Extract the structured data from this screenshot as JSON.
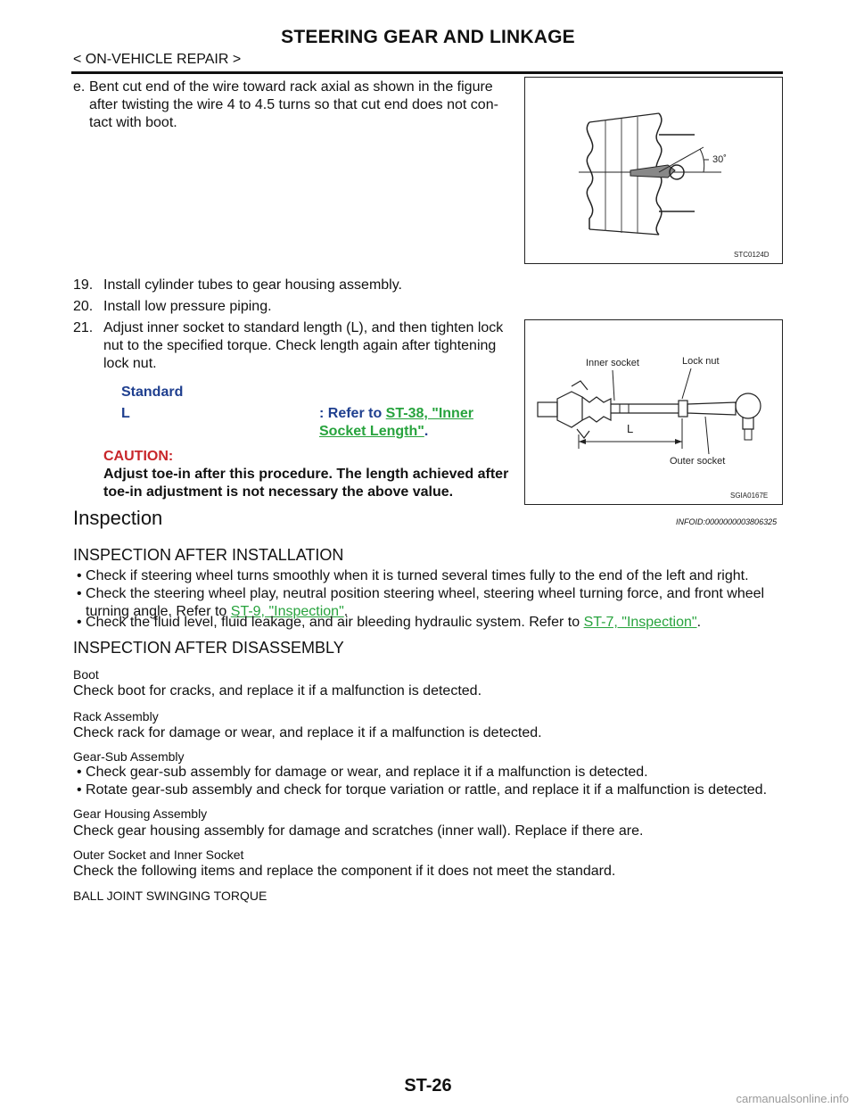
{
  "header": {
    "title": "STEERING GEAR AND LINKAGE",
    "section": "< ON-VEHICLE REPAIR >"
  },
  "steps": {
    "e": {
      "label": "e.",
      "text_l1": "Bent cut end of the wire toward rack axial as shown in the figure",
      "text_l2": "after twisting the wire 4 to 4.5 turns so that cut end does not con-",
      "text_l3": "tact with boot."
    },
    "s19": {
      "label": "19.",
      "text": "Install cylinder tubes to gear housing assembly."
    },
    "s20": {
      "label": "20.",
      "text": "Install low pressure piping."
    },
    "s21": {
      "label": "21.",
      "text_l1": "Adjust inner socket to standard length (L), and then tighten lock",
      "text_l2": "nut to the specified torque. Check length again after tightening",
      "text_l3": "lock nut."
    }
  },
  "standard": {
    "heading": "Standard",
    "key": "L",
    "refer": ": Refer to ",
    "link_l1": "ST-38, \"Inner ",
    "link_l2": "Socket Length\"",
    "period": "."
  },
  "caution": {
    "label": "CAUTION:",
    "l1": "Adjust toe-in after this procedure. The length achieved after",
    "l2": "toe-in adjustment is not necessary the above value."
  },
  "figure1": {
    "angle_label": "30˚",
    "code": "STC0124D"
  },
  "figure2": {
    "inner_socket": "Inner socket",
    "lock_nut": "Lock nut",
    "length_label": "L",
    "outer_socket": "Outer socket",
    "code": "SGIA0167E"
  },
  "inspection": {
    "title": "Inspection",
    "infoid": "INFOID:0000000003806325",
    "after_installation": {
      "title": "INSPECTION AFTER INSTALLATION",
      "b1": "Check if steering wheel turns smoothly when it is turned several times fully to the end of the left and right.",
      "b2_l1": "Check the steering wheel play, neutral position steering wheel, steering wheel turning force, and front wheel",
      "b2_l2": "turning angle. Refer to ",
      "b2_link": "ST-9, \"Inspection\"",
      "b2_end": ".",
      "b3": "Check the fluid level, fluid leakage, and air bleeding hydraulic system. Refer to ",
      "b3_link": "ST-7, \"Inspection\"",
      "b3_end": "."
    },
    "after_disassembly": {
      "title": "INSPECTION AFTER DISASSEMBLY",
      "boot_title": "Boot",
      "boot_text": "Check boot for cracks, and replace it if a malfunction is detected.",
      "rack_title": "Rack Assembly",
      "rack_text": "Check rack for damage or wear, and replace it if a malfunction is detected.",
      "gearsub_title": "Gear-Sub Assembly",
      "gearsub_b1": "Check gear-sub assembly for damage or wear, and replace it if a malfunction is detected.",
      "gearsub_b2": "Rotate gear-sub assembly and check for torque variation or rattle, and replace it if a malfunction is detected.",
      "housing_title": "Gear Housing Assembly",
      "housing_text": "Check gear housing assembly for damage and scratches (inner wall). Replace if there are.",
      "socket_title": "Outer Socket and Inner Socket",
      "socket_text": "Check the following items and replace the component if it does not meet the standard.",
      "ball_joint": "BALL JOINT SWINGING TORQUE"
    }
  },
  "footer": {
    "page": "ST-26"
  },
  "watermark": "carmanualsonline.info"
}
